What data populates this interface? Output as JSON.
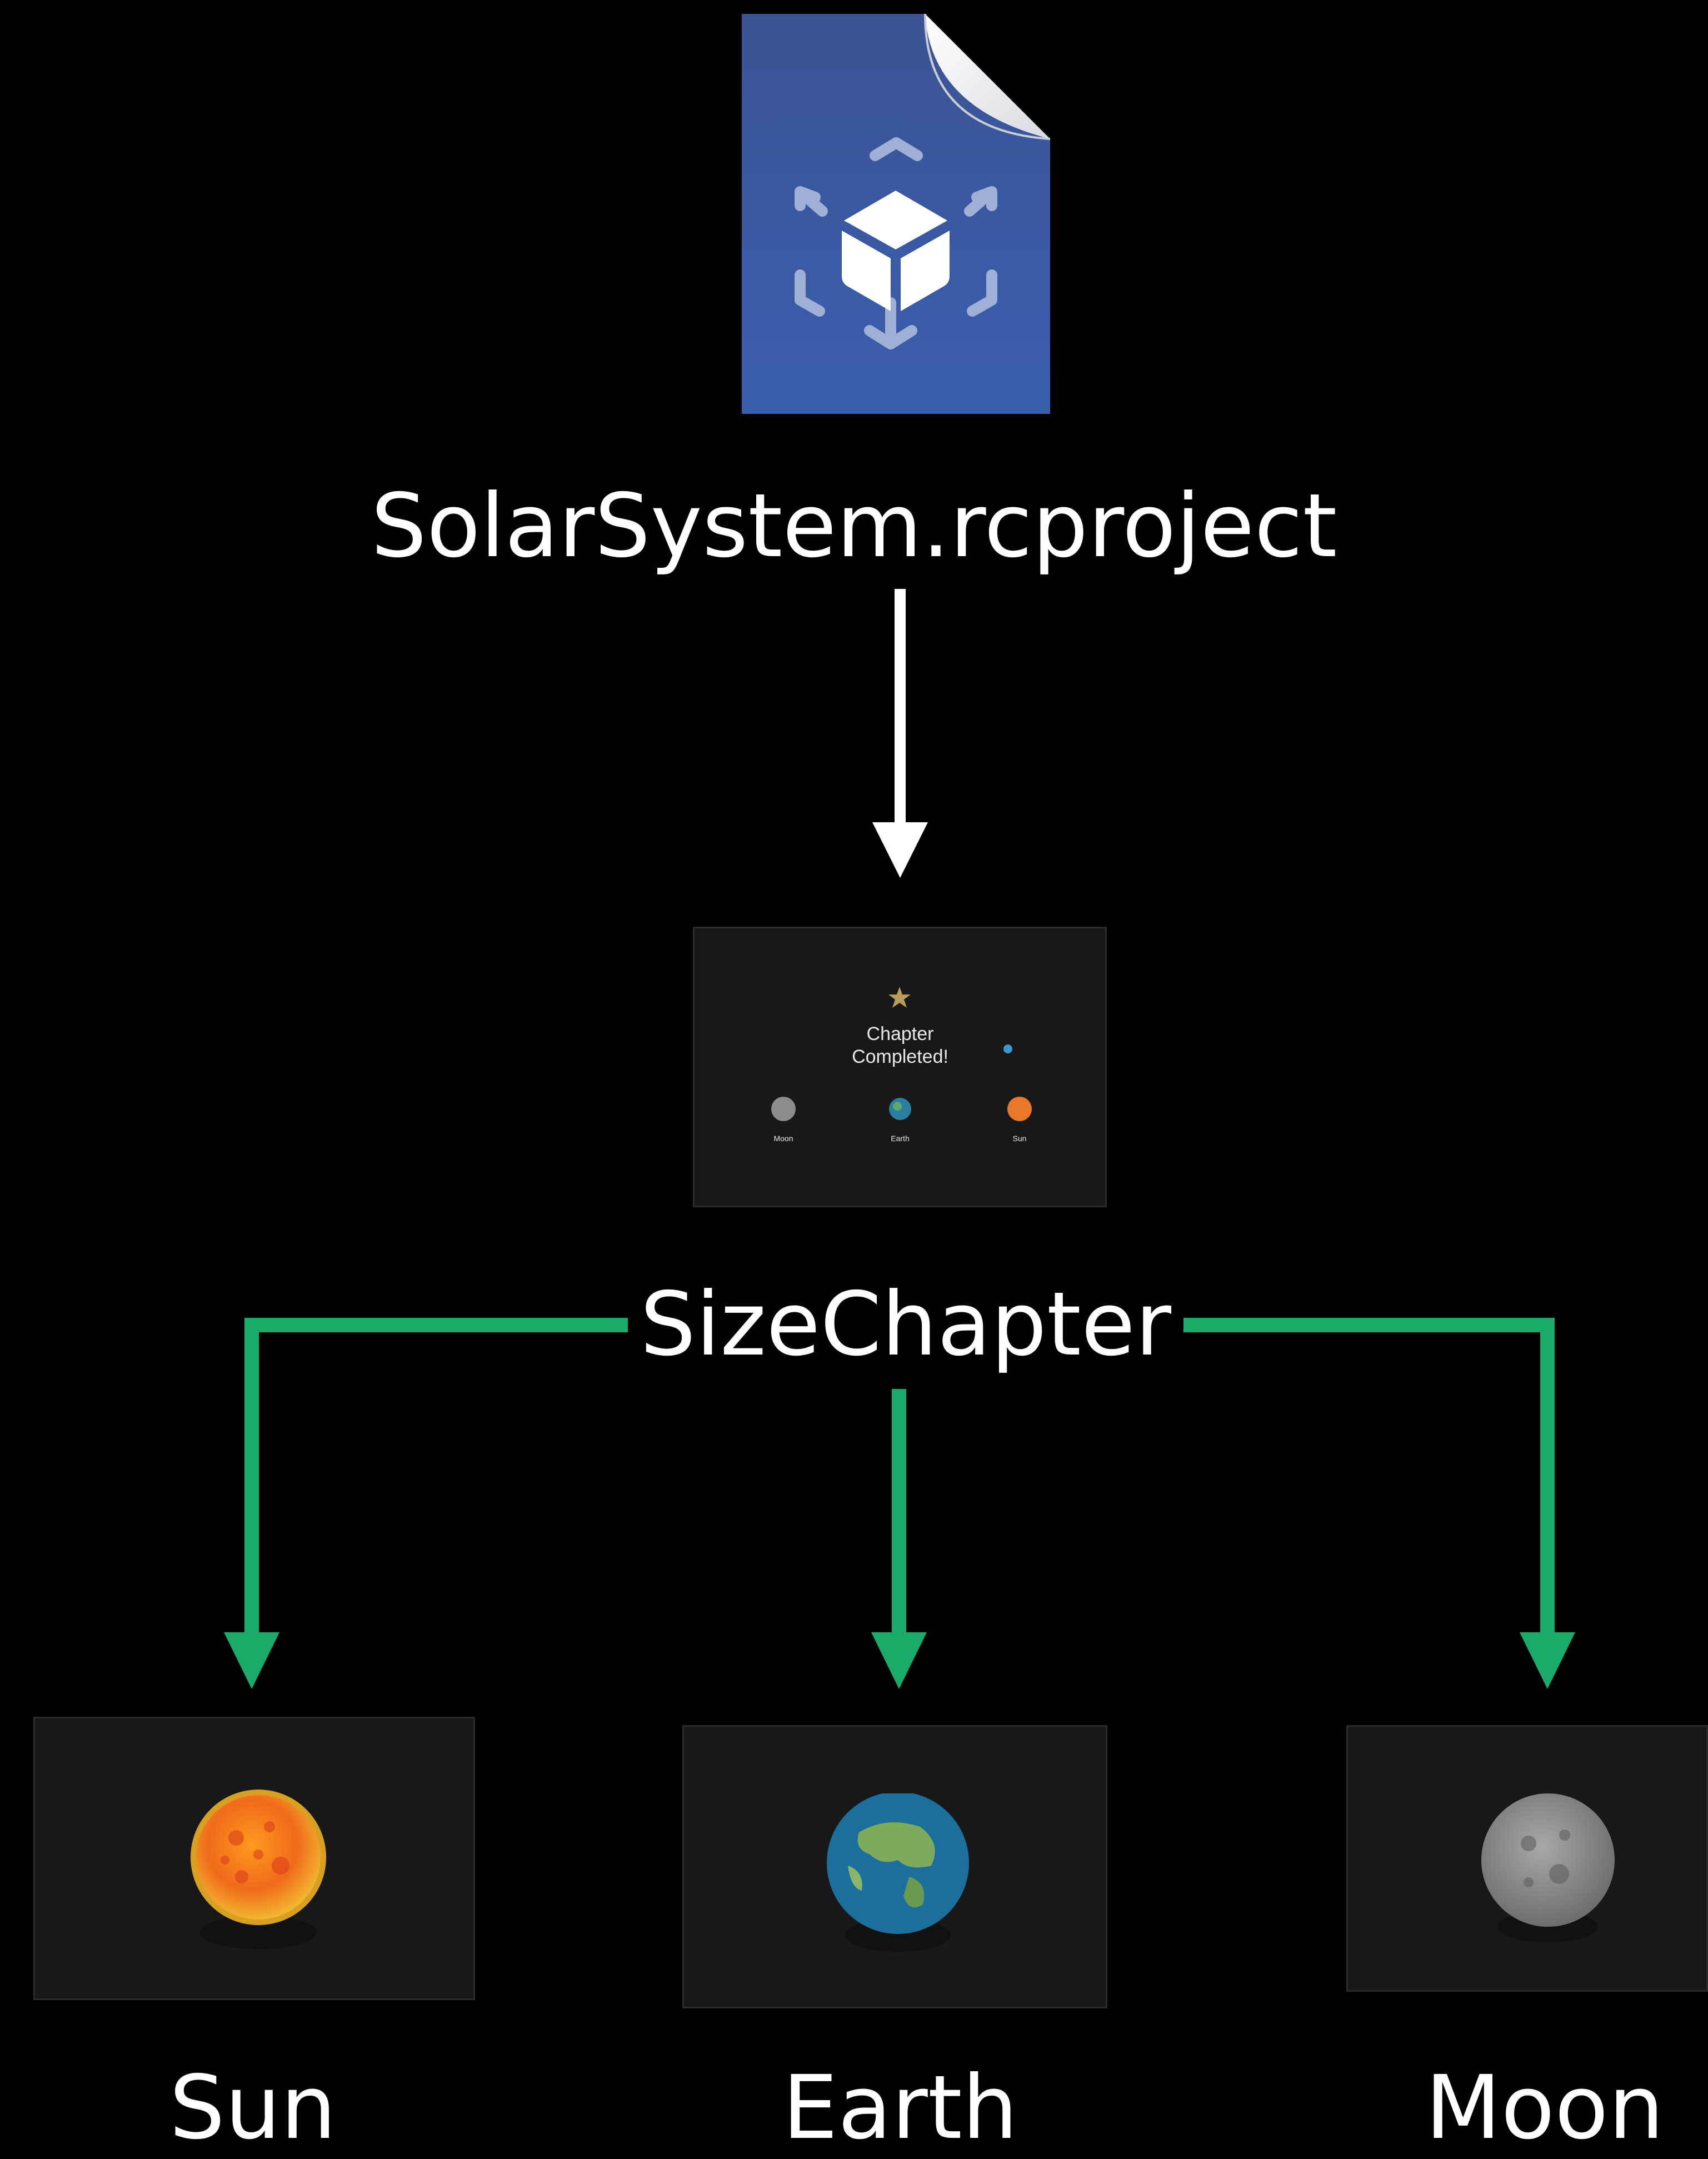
{
  "file": {
    "name": "SolarSystem.rcproject",
    "icon": "reality-composer-project-icon",
    "icon_color": "#3a5ba8"
  },
  "scene": {
    "name": "SizeChapter",
    "thumbnail": {
      "title": "Chapter Completed!",
      "items": [
        "Moon",
        "Earth",
        "Sun"
      ]
    }
  },
  "entities": [
    {
      "name": "Sun"
    },
    {
      "name": "Earth"
    },
    {
      "name": "Moon"
    }
  ],
  "colors": {
    "background": "#000000",
    "primary_arrow": "#ffffff",
    "branch_arrow": "#1aaa6a"
  }
}
